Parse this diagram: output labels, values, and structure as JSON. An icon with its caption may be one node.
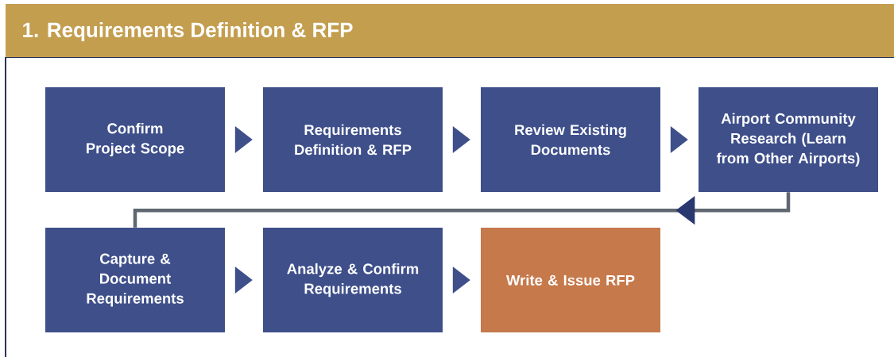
{
  "diagram": {
    "title": "1. Requirements Definition & RFP",
    "nodes": [
      {
        "text": [
          "Confirm Project Scope"
        ]
      },
      {
        "text": [
          "Requirements Definition & RFP"
        ]
      },
      {
        "text": [
          "Review Existing Documents"
        ]
      },
      {
        "text": [
          "Airport Community Research (Learn from Other Airports)"
        ]
      },
      {
        "text": [
          "Capture & Document Requirements"
        ]
      },
      {
        "text": [
          "Analyze & Confirm Requirements"
        ]
      },
      {
        "text": [
          "Write & Issue RFP"
        ]
      }
    ],
    "edges": [
      {
        "from": 0,
        "to": 1,
        "arrow": "to"
      },
      {
        "from": 1,
        "to": 2,
        "arrow": "to"
      },
      {
        "from": 2,
        "to": 3,
        "arrow": "to"
      },
      {
        "from": 3,
        "to": 4,
        "arrow": "to",
        "color": "#5f6770"
      },
      {
        "from": 4,
        "to": 5,
        "arrow": "to"
      },
      {
        "from": 5,
        "to": 6,
        "arrow": "to"
      }
    ]
  }
}
